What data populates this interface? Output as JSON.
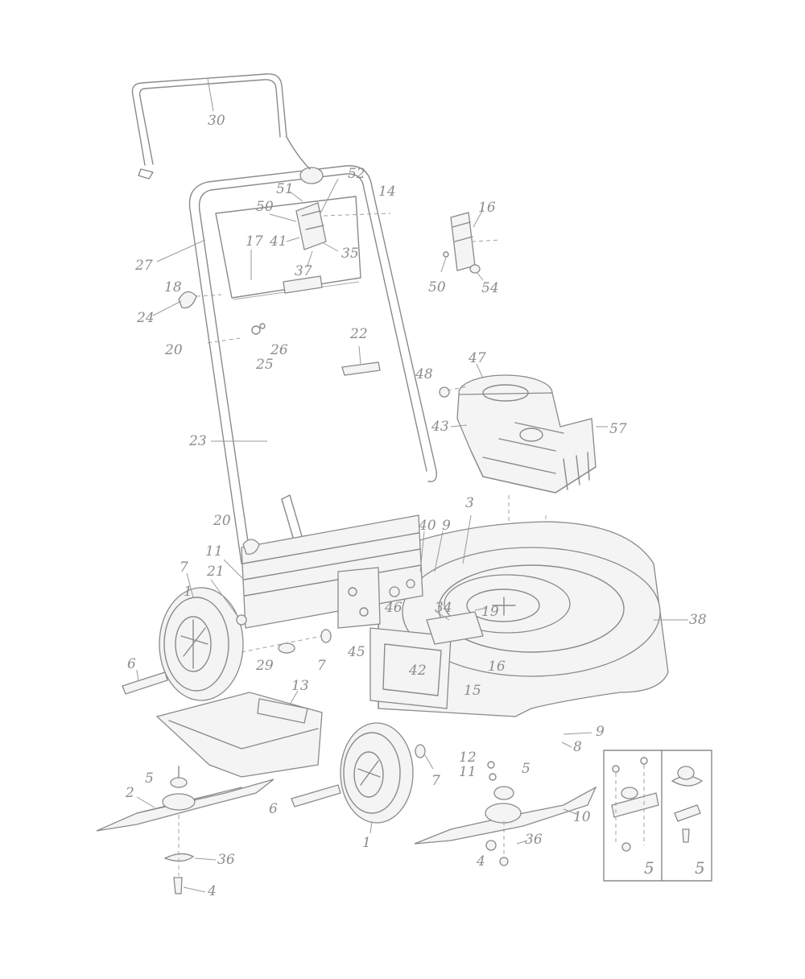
{
  "diagram": {
    "callouts": [
      "30",
      "52",
      "51",
      "14",
      "50",
      "16",
      "17",
      "41",
      "37",
      "35",
      "50",
      "54",
      "27",
      "18",
      "24",
      "20",
      "26",
      "25",
      "22",
      "48",
      "47",
      "43",
      "57",
      "23",
      "3",
      "20",
      "11",
      "40",
      "9",
      "21",
      "7",
      "34",
      "19",
      "38",
      "1",
      "6",
      "29",
      "7",
      "46",
      "45",
      "16",
      "42",
      "15",
      "13",
      "9",
      "8",
      "12",
      "11",
      "5",
      "7",
      "5",
      "2",
      "6",
      "36",
      "1",
      "10",
      "4",
      "36",
      "4",
      "5",
      "5"
    ]
  }
}
